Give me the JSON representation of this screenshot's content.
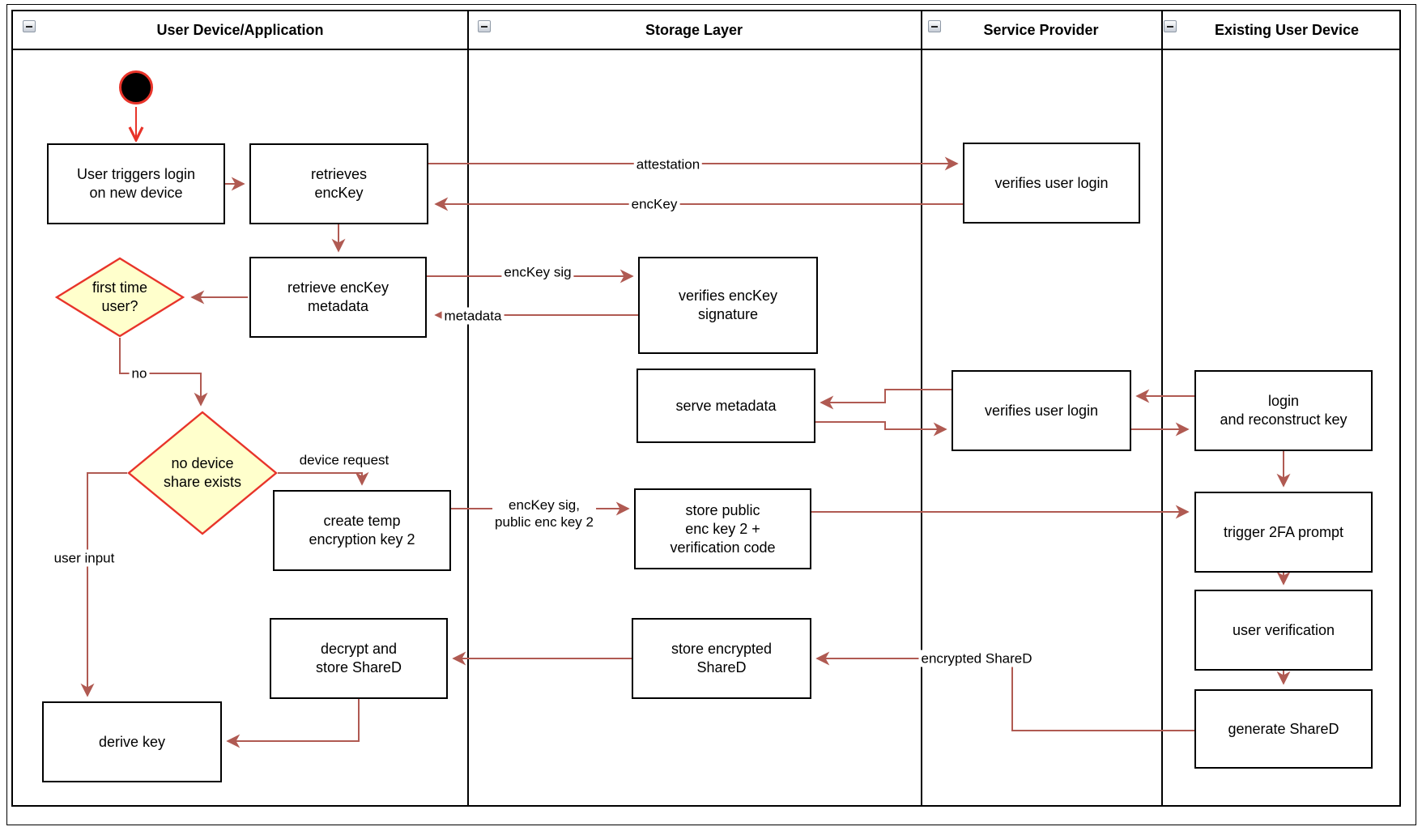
{
  "diagram": {
    "type": "uml-activity-swimlane",
    "lanes": [
      {
        "title": "User Device/Application"
      },
      {
        "title": "Storage Layer"
      },
      {
        "title": "Service Provider"
      },
      {
        "title": "Existing User Device"
      }
    ],
    "nodes": {
      "start": "",
      "user_triggers": "User triggers login\non new device",
      "retrieves_enckey": "retrieves\nencKey",
      "retrieve_metadata": "retrieve encKey\nmetadata",
      "first_time": "first time\nuser?",
      "no_device_share": "no device\nshare exists",
      "create_temp": "create temp\nencryption key 2",
      "decrypt_store": "decrypt and\nstore ShareD",
      "derive_key": "derive key",
      "verifies_sig": "verifies encKey\nsignature",
      "serve_metadata": "serve metadata",
      "store_public": "store public\nenc key 2 +\nverification code",
      "store_encrypted": "store encrypted\nShareD",
      "verify_login_top": "verifies user login",
      "verify_login_mid": "verifies user login",
      "login_reconstruct": "login\nand reconstruct key",
      "trigger_2fa": "trigger 2FA prompt",
      "user_verification": "user verification",
      "generate_shared": "generate ShareD"
    },
    "edge_labels": {
      "attestation": "attestation",
      "enckey": "encKey",
      "enckey_sig": "encKey sig",
      "metadata": "metadata",
      "no": "no",
      "device_request": "device request",
      "enckey_sig_pub": "encKey sig,\npublic enc key 2",
      "user_input": "user input",
      "encrypted_shared": "encrypted ShareD"
    },
    "colors": {
      "edge": "#b05a52",
      "accent_red": "#e8342a",
      "decision_fill": "#ffffcc",
      "node_border": "#000000",
      "node_fill": "#ffffff"
    }
  }
}
